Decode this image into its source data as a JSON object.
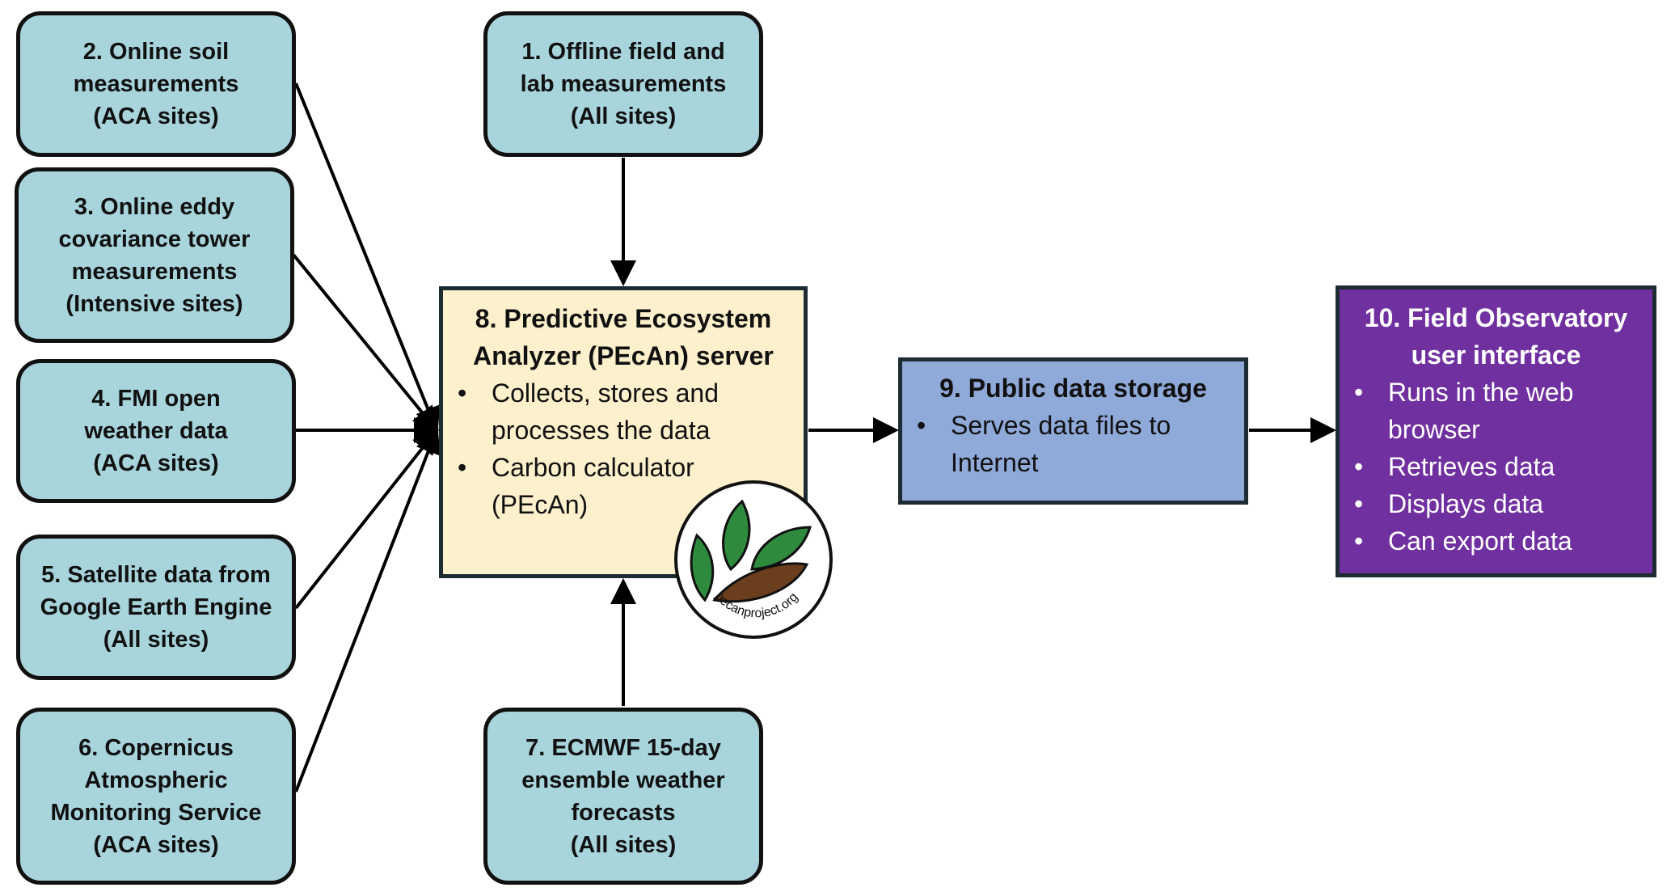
{
  "nodes": {
    "n1": [
      "1. Offline field and",
      "lab measurements",
      "(All sites)"
    ],
    "n2": [
      "2. Online soil",
      "measurements",
      "(ACA sites)"
    ],
    "n3": [
      "3. Online eddy",
      "covariance tower",
      "measurements",
      "(Intensive sites)"
    ],
    "n4": [
      "4. FMI open",
      "weather data",
      "(ACA sites)"
    ],
    "n5": [
      "5. Satellite data from",
      "Google Earth Engine",
      "(All sites)"
    ],
    "n6": [
      "6. Copernicus",
      "Atmospheric",
      "Monitoring Service",
      "(ACA sites)"
    ],
    "n7": [
      "7. ECMWF 15-day",
      "ensemble weather",
      "forecasts",
      "(All sites)"
    ]
  },
  "server": {
    "title": [
      "8. Predictive Ecosystem",
      "Analyzer (PEcAn) server"
    ],
    "bullets": [
      [
        "Collects, stores and",
        "processes the data"
      ],
      [
        "Carbon calculator",
        "(PEcAn)"
      ]
    ]
  },
  "storage": {
    "title": "9. Public data storage",
    "bullets": [
      [
        "Serves data files to",
        "Internet"
      ]
    ]
  },
  "ui": {
    "title": [
      "10. Field Observatory",
      "user interface"
    ],
    "bullets": [
      [
        "Runs in the web",
        "browser"
      ],
      [
        "Retrieves data"
      ],
      [
        "Displays data"
      ],
      [
        "Can export data"
      ]
    ]
  },
  "logo": {
    "text": "pecanproject.org",
    "leaf_color": "#2e8b3e",
    "soil_color": "#6b3e1e"
  },
  "colors": {
    "source_fill": "#a8d4dc",
    "server_fill": "#fdf0cc",
    "storage_fill": "#8fa9d9",
    "ui_fill": "#7030a0"
  }
}
